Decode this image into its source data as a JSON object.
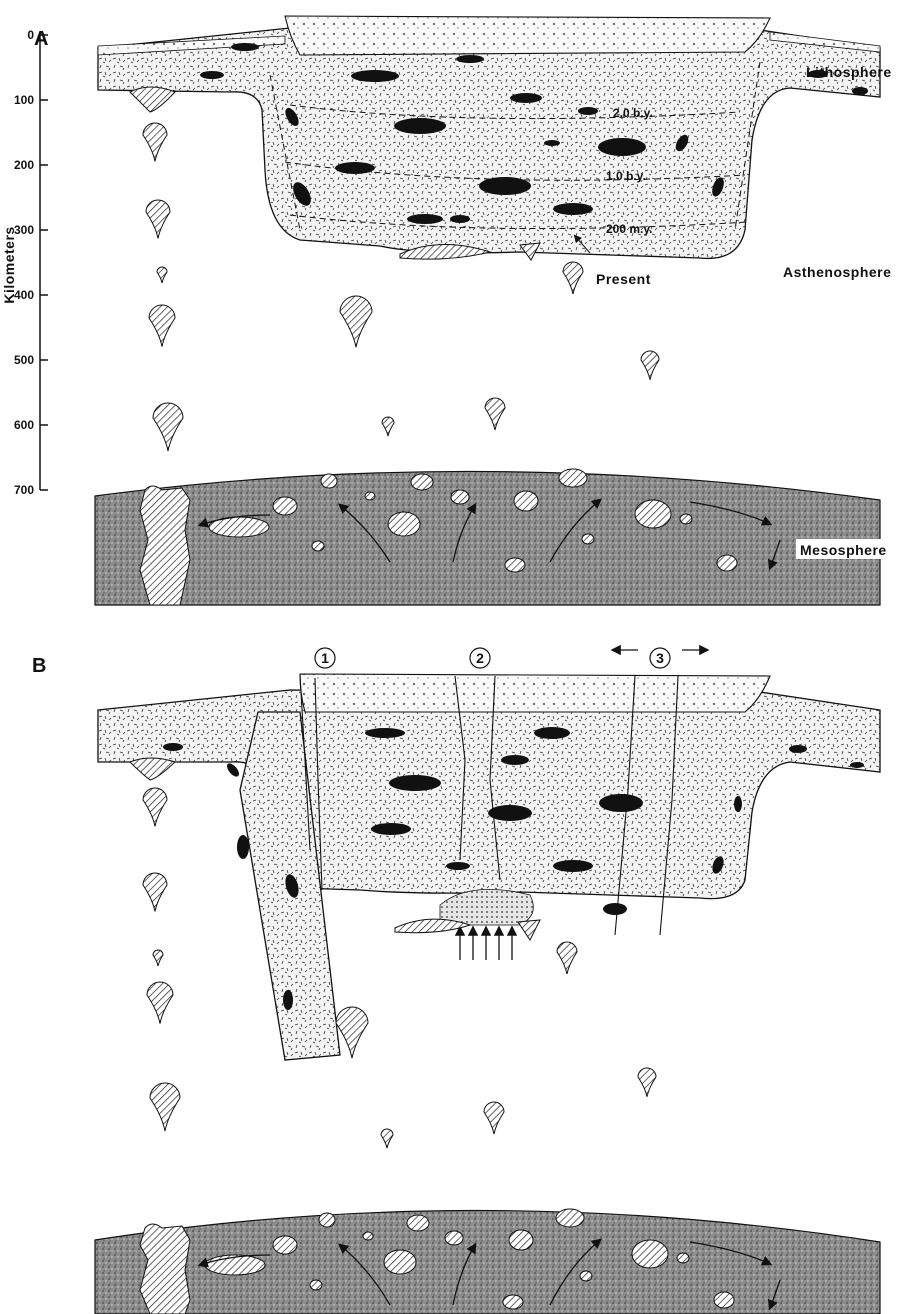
{
  "panels": {
    "a": {
      "letter": "A",
      "depth_axis": {
        "label": "Kilometers",
        "ticks": [
          "0",
          "100",
          "200",
          "300",
          "400",
          "500",
          "600",
          "700"
        ]
      },
      "layers": {
        "lithosphere": "Lithosphere",
        "asthenosphere": "Asthenosphere",
        "mesosphere": "Mesosphere"
      },
      "age_lines": [
        "2.0 b.y.",
        "1.0 b.y.",
        "200 m.y."
      ],
      "present_label": "Present"
    },
    "b": {
      "letter": "B",
      "stages": [
        "1",
        "2",
        "3"
      ]
    }
  },
  "colors": {
    "ink": "#111111",
    "crust_fill": "#f2f2f2",
    "mesosphere_fill": "#9a9a9a"
  }
}
